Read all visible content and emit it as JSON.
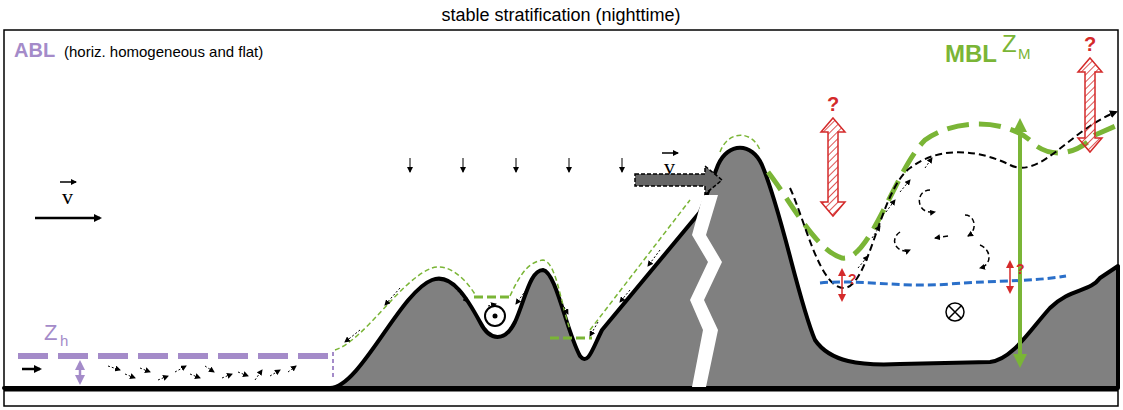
{
  "diagram": {
    "title": "stable stratification (nighttime)",
    "labels": [
      "ABL",
      "(horiz. homogeneous and flat)",
      "Z",
      "h",
      "v",
      "v",
      "MBL",
      "Z",
      "M",
      "?",
      "?",
      "?",
      "?"
    ]
  }
}
